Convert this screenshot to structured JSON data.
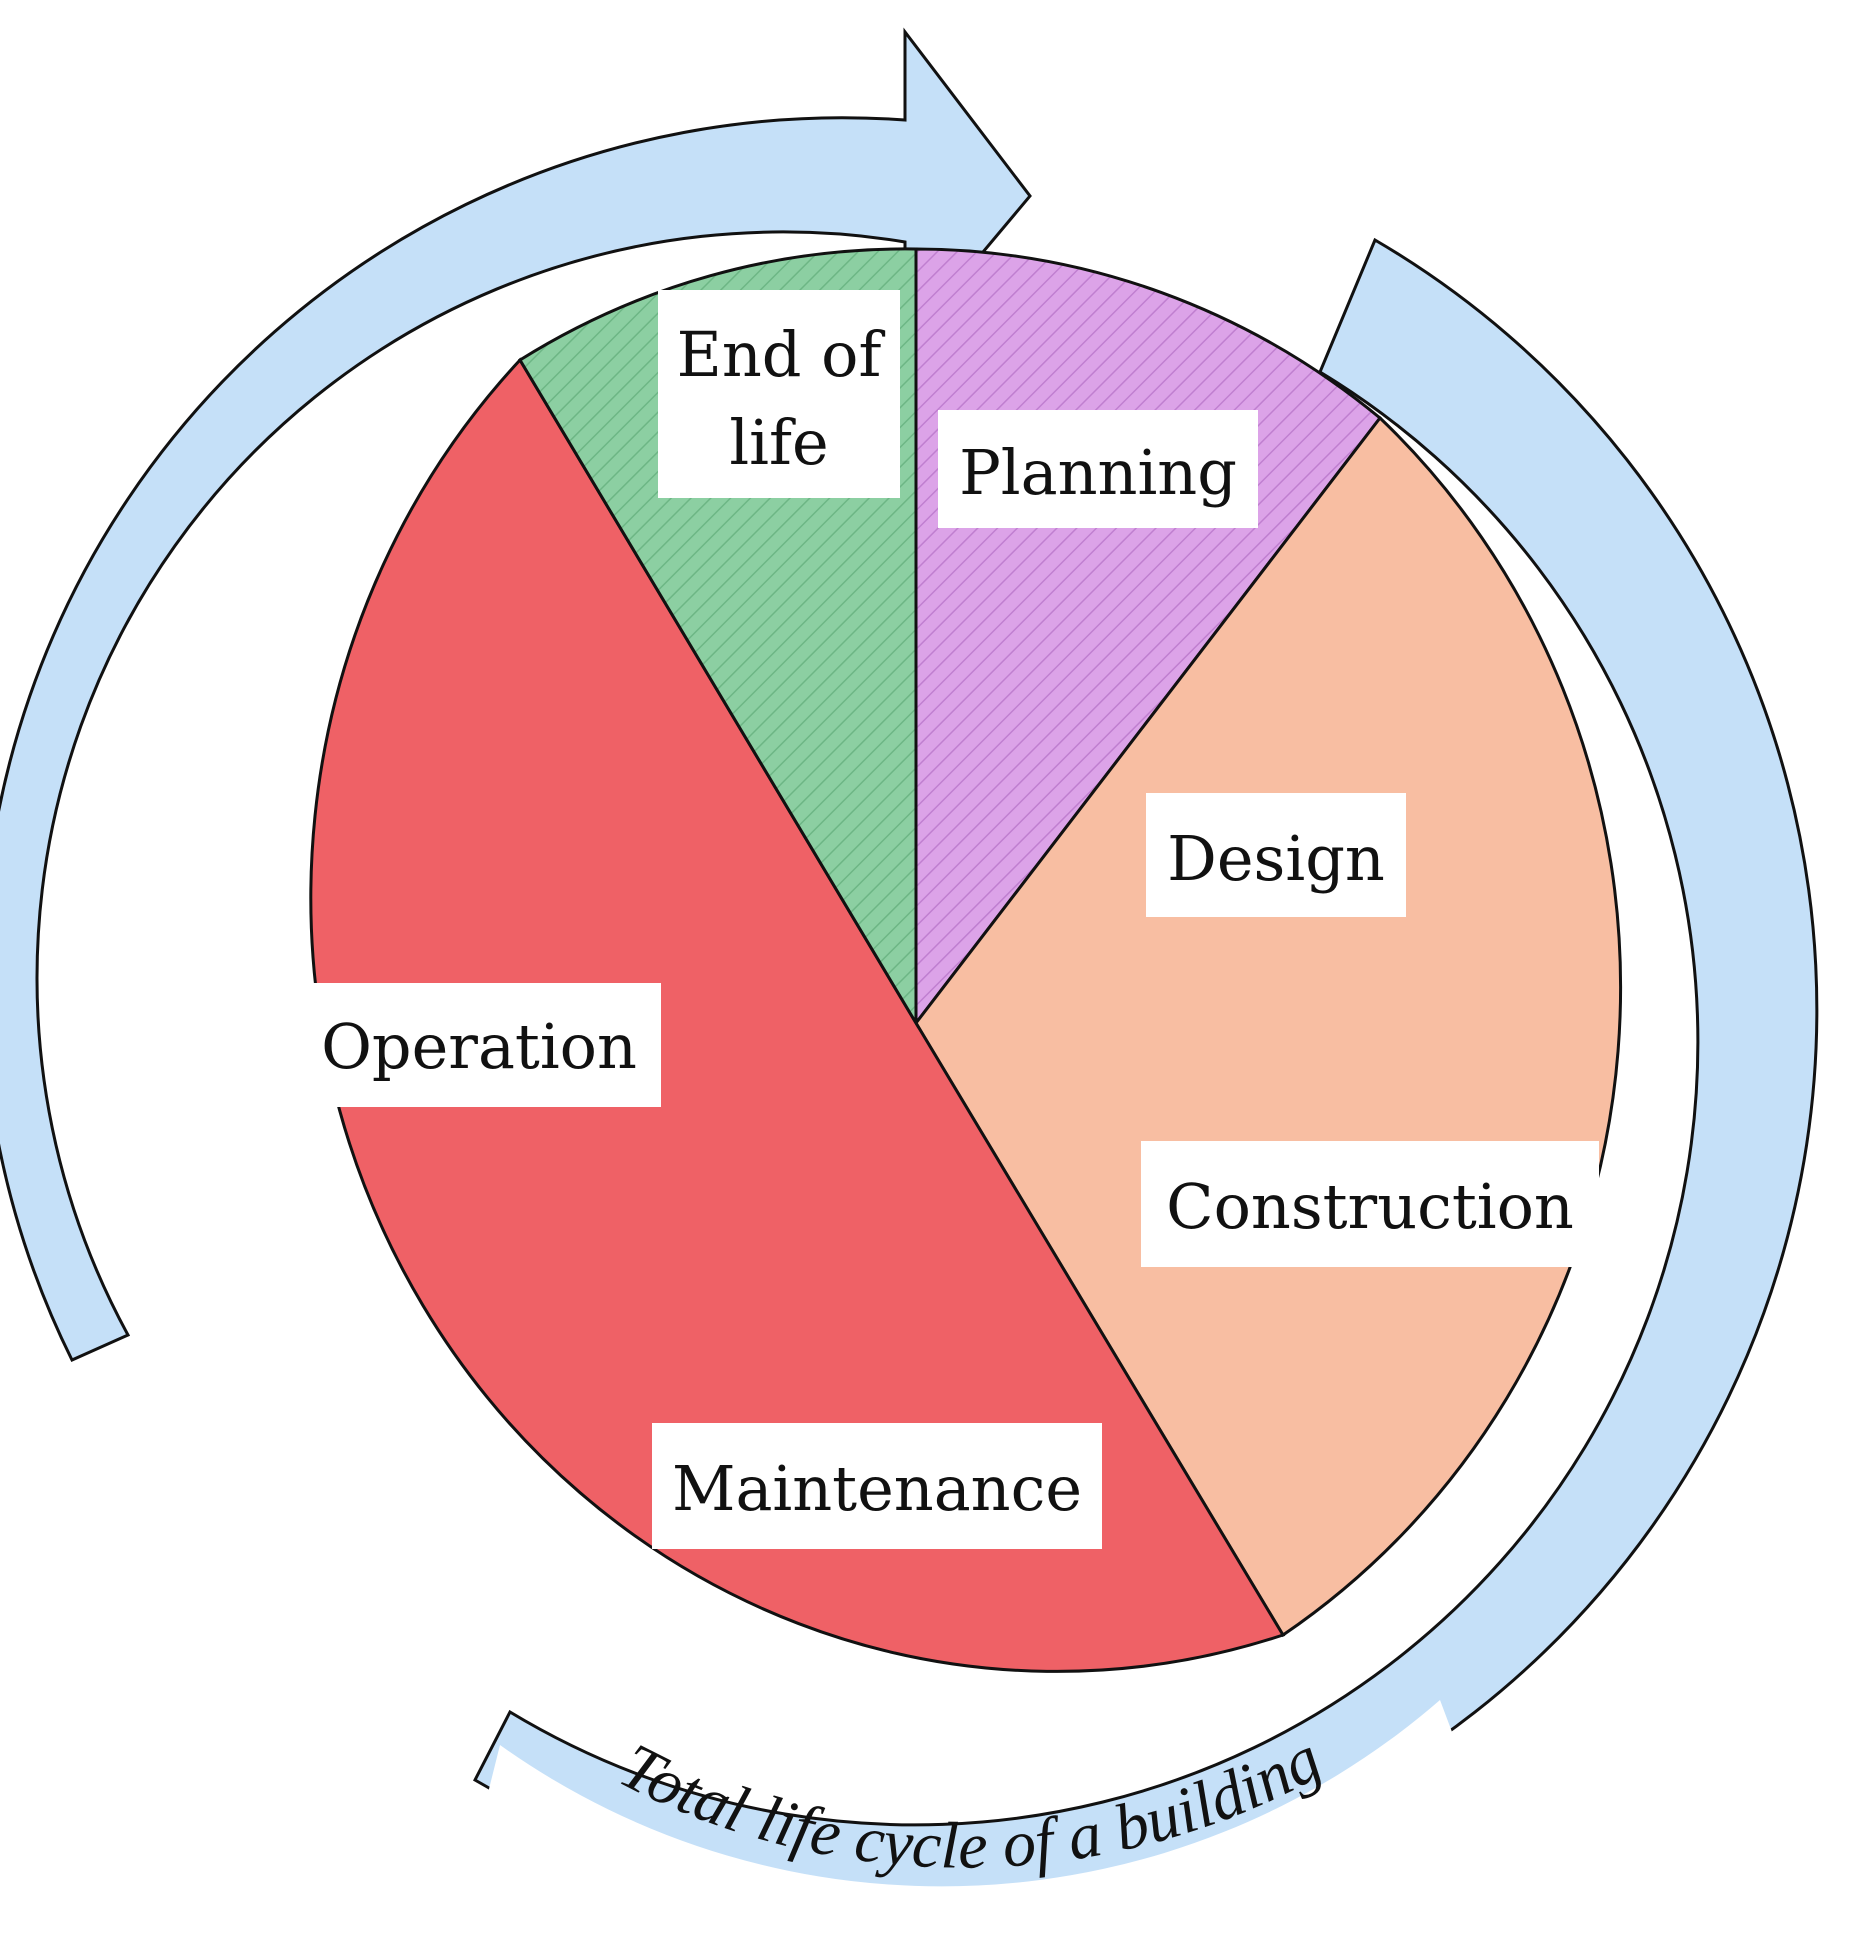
{
  "diagram": {
    "phases": [
      {
        "id": "planning",
        "label": "Planning",
        "color": "#dca3e8",
        "hatch": true
      },
      {
        "id": "design-construction",
        "label": "Design",
        "label2": "Construction",
        "color": "#f8bea2",
        "hatch": false
      },
      {
        "id": "operation-maintenance",
        "label": "Operation",
        "label2": "Maintenance",
        "color": "#ef6166",
        "hatch": false
      },
      {
        "id": "end-of-life",
        "label": "End of",
        "label_line2": "life",
        "color": "#8ccfa2",
        "hatch": true
      }
    ],
    "caption": "Total life cycle of a building",
    "colors": {
      "arrow_fill": "#c5e0f8",
      "outline": "#111111",
      "label_box": "#ffffff"
    },
    "icons": [
      "cycle-arrow-upper",
      "cycle-arrow-lower"
    ]
  }
}
